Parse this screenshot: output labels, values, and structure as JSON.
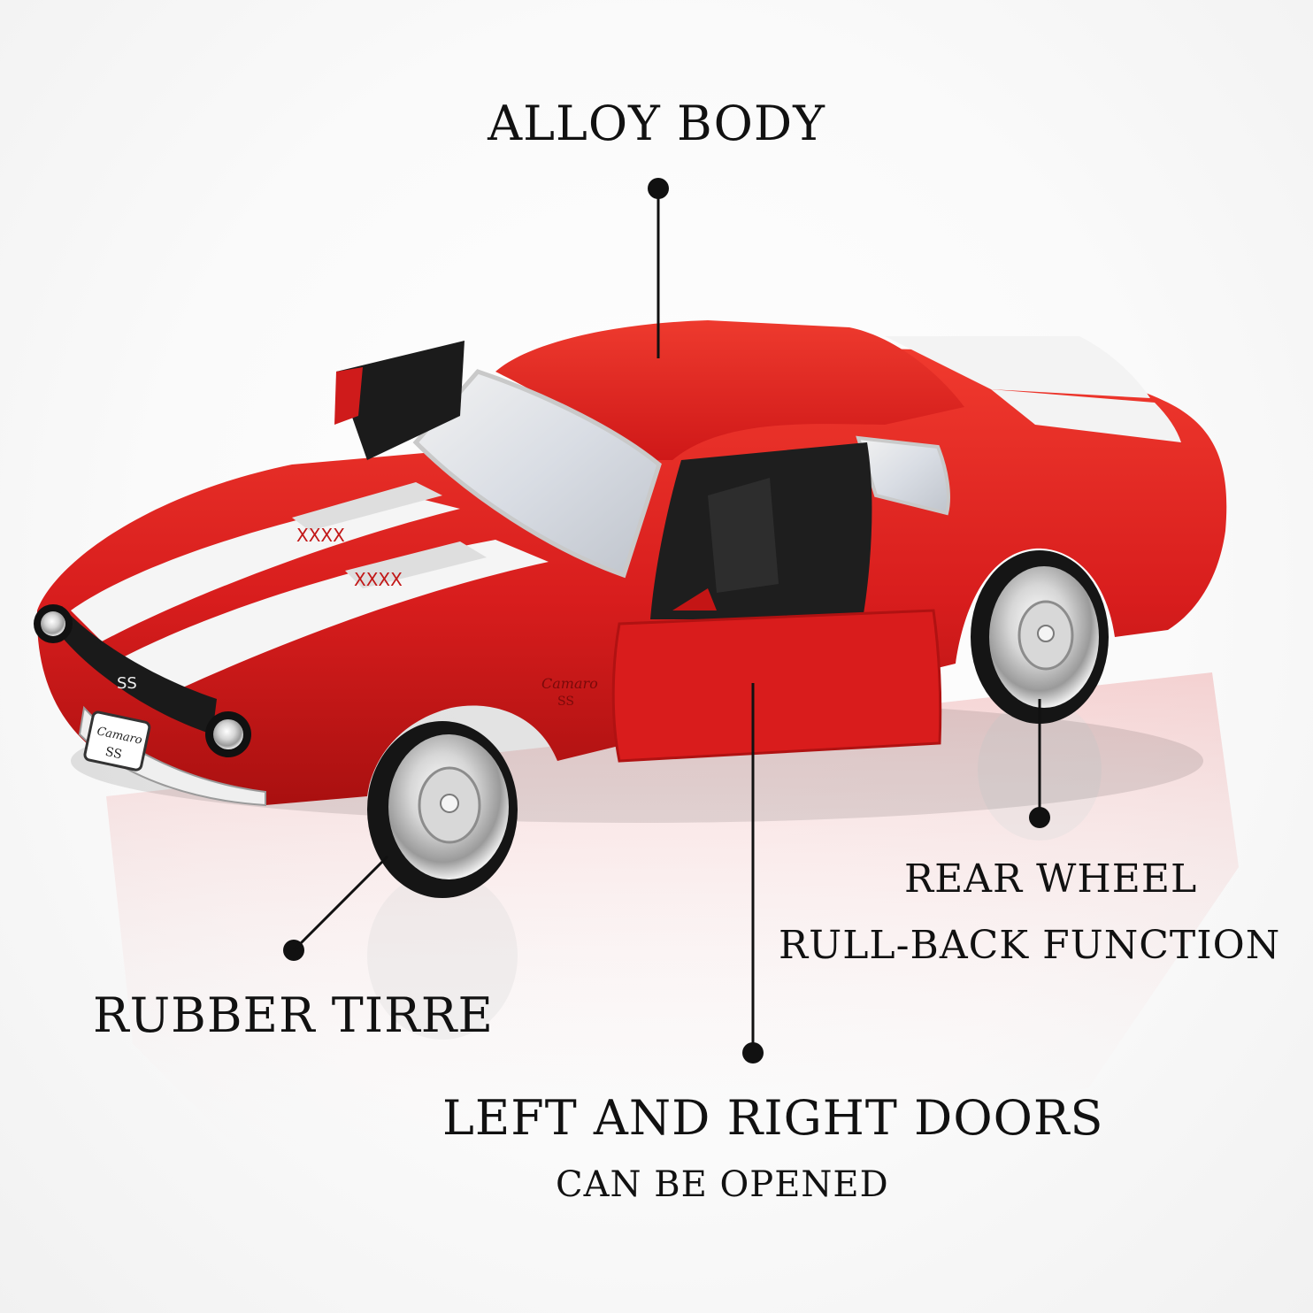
{
  "colors": {
    "car_red": "#dc1b1b",
    "stripe_white": "#f5f5f5",
    "callout_ink": "#111111",
    "background": "#ffffff"
  },
  "image": {
    "subject": "red-die-cast-muscle-car-with-white-racing-stripes"
  },
  "callouts": {
    "alloy_body": "ALLOY BODY",
    "rear_wheel_line1": "REAR WHEEL",
    "rear_wheel_line2": "RULL-BACK FUNCTION",
    "rubber_tire": "RUBBER TIRRE",
    "doors_line1": "LEFT AND RIGHT DOORS",
    "doors_line2": "CAN BE OPENED"
  },
  "car_markings": {
    "hood_badge": "XXXX",
    "grille_badge": "SS",
    "front_plate_line1": "Camaro",
    "front_plate_line2": "SS",
    "fender_script_line1": "Camaro",
    "fender_script_line2": "SS"
  }
}
